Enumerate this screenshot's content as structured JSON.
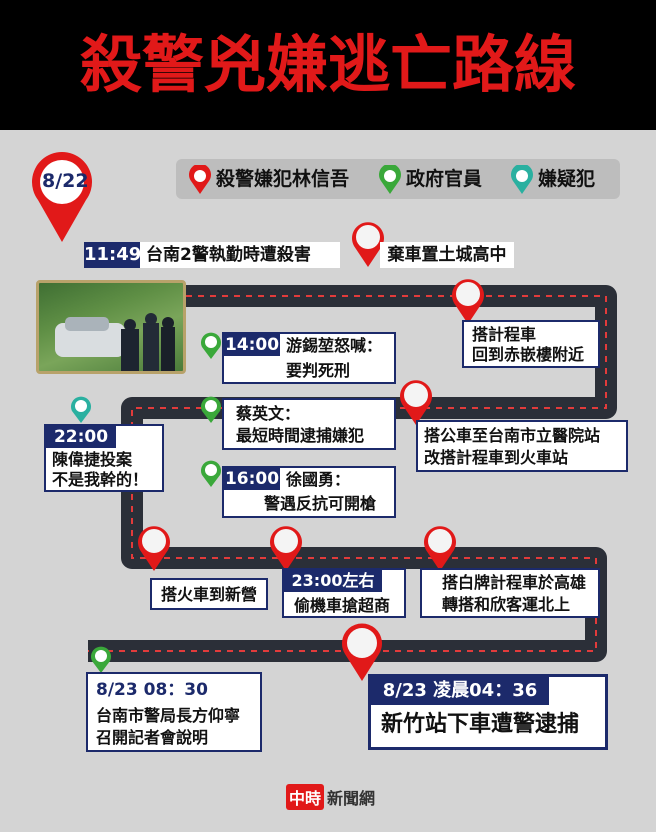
{
  "title": "殺警兇嫌逃亡路線",
  "date_badge": "8/22",
  "legend": [
    {
      "label": "殺警嫌犯林信吾",
      "pin": "red-pin-icon",
      "color": "#e11919"
    },
    {
      "label": "政府官員",
      "pin": "green-pin-icon",
      "color": "#3aa83a"
    },
    {
      "label": "嫌疑犯",
      "pin": "teal-pin-icon",
      "color": "#2ab0a0"
    }
  ],
  "events": {
    "e1": {
      "time": "11:49",
      "text": "台南2警執勤時遭殺害"
    },
    "e2": {
      "text": "棄車置土城高中"
    },
    "e3": {
      "line1": "搭計程車",
      "line2": "回到赤嵌樓附近"
    },
    "e4": {
      "time": "14:00",
      "line1": "游錫堃怒喊：",
      "line2": "要判死刑"
    },
    "e5": {
      "line1": "蔡英文：",
      "line2": "最短時間逮捕嫌犯"
    },
    "e6": {
      "line1": "搭公車至台南市立醫院站",
      "line2": "改搭計程車到火車站"
    },
    "e7": {
      "time": "22:00",
      "line1": "陳偉捷投案",
      "line2": "不是我幹的！"
    },
    "e8": {
      "time": "16:00",
      "line1": "徐國勇：",
      "line2": "警遇反抗可開槍"
    },
    "e9": {
      "text": "搭火車到新營"
    },
    "e10": {
      "time": "23:00左右",
      "text": "偷機車搶超商"
    },
    "e11": {
      "line1": "搭白牌計程車於高雄",
      "line2": "轉搭和欣客運北上"
    },
    "e12": {
      "time": "8/23  08：30",
      "line1": "台南市警局長方仰寧",
      "line2": "召開記者會說明"
    },
    "e13": {
      "time": "8/23  凌晨04：36",
      "text": "新竹站下車遭警逮捕"
    }
  },
  "footer": {
    "badge": "中時",
    "site": "新聞網"
  },
  "colors": {
    "navy": "#1c2a6b",
    "road": "#2b2f38",
    "red": "#e11919"
  }
}
